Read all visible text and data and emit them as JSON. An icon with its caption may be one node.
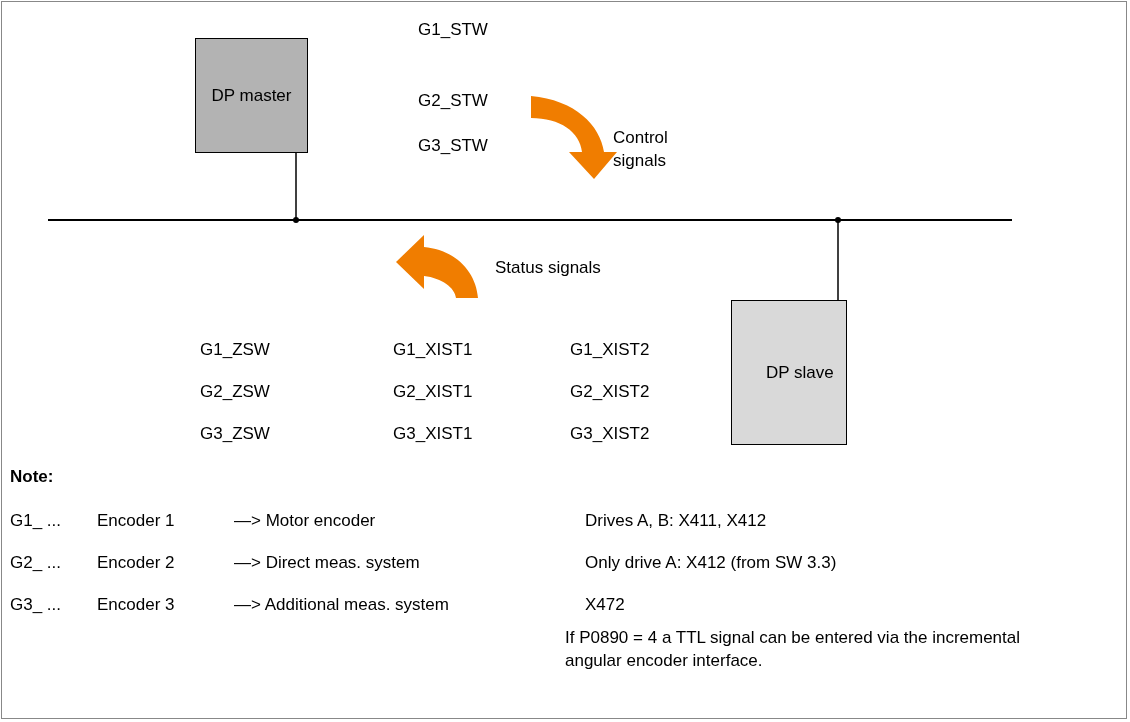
{
  "diagram": {
    "nodes": [
      {
        "text": [
          "DP master"
        ]
      },
      {
        "text": [
          "DP slave"
        ]
      },
      {
        "text": [],
        "shape": "bar"
      }
    ],
    "edges": [
      {
        "from": 0,
        "to": 2,
        "arrow": "other"
      },
      {
        "from": 1,
        "to": 2,
        "arrow": "other"
      }
    ],
    "labels": [
      "G1_STW",
      "G2_STW",
      "G3_STW",
      "Control signals",
      "Status signals",
      "G1_ZSW",
      "G1_XIST1",
      "G1_XIST2",
      "G2_ZSW",
      "G2_XIST1",
      "G2_XIST2",
      "G3_ZSW",
      "G3_XIST1",
      "G3_XIST2",
      "Note:",
      "G1_ ...",
      "Encoder 1",
      "—> Motor encoder",
      "Drives A, B: X411, X412",
      "G2_ ...",
      "Encoder 2",
      "—> Direct meas. system",
      "Only drive A: X412 (from SW 3.3)",
      "G3_ ...",
      "Encoder 3",
      "—> Additional meas. system",
      "X472",
      "If P0890 = 4 a TTL signal can be entered via the incremental angular encoder interface."
    ]
  }
}
